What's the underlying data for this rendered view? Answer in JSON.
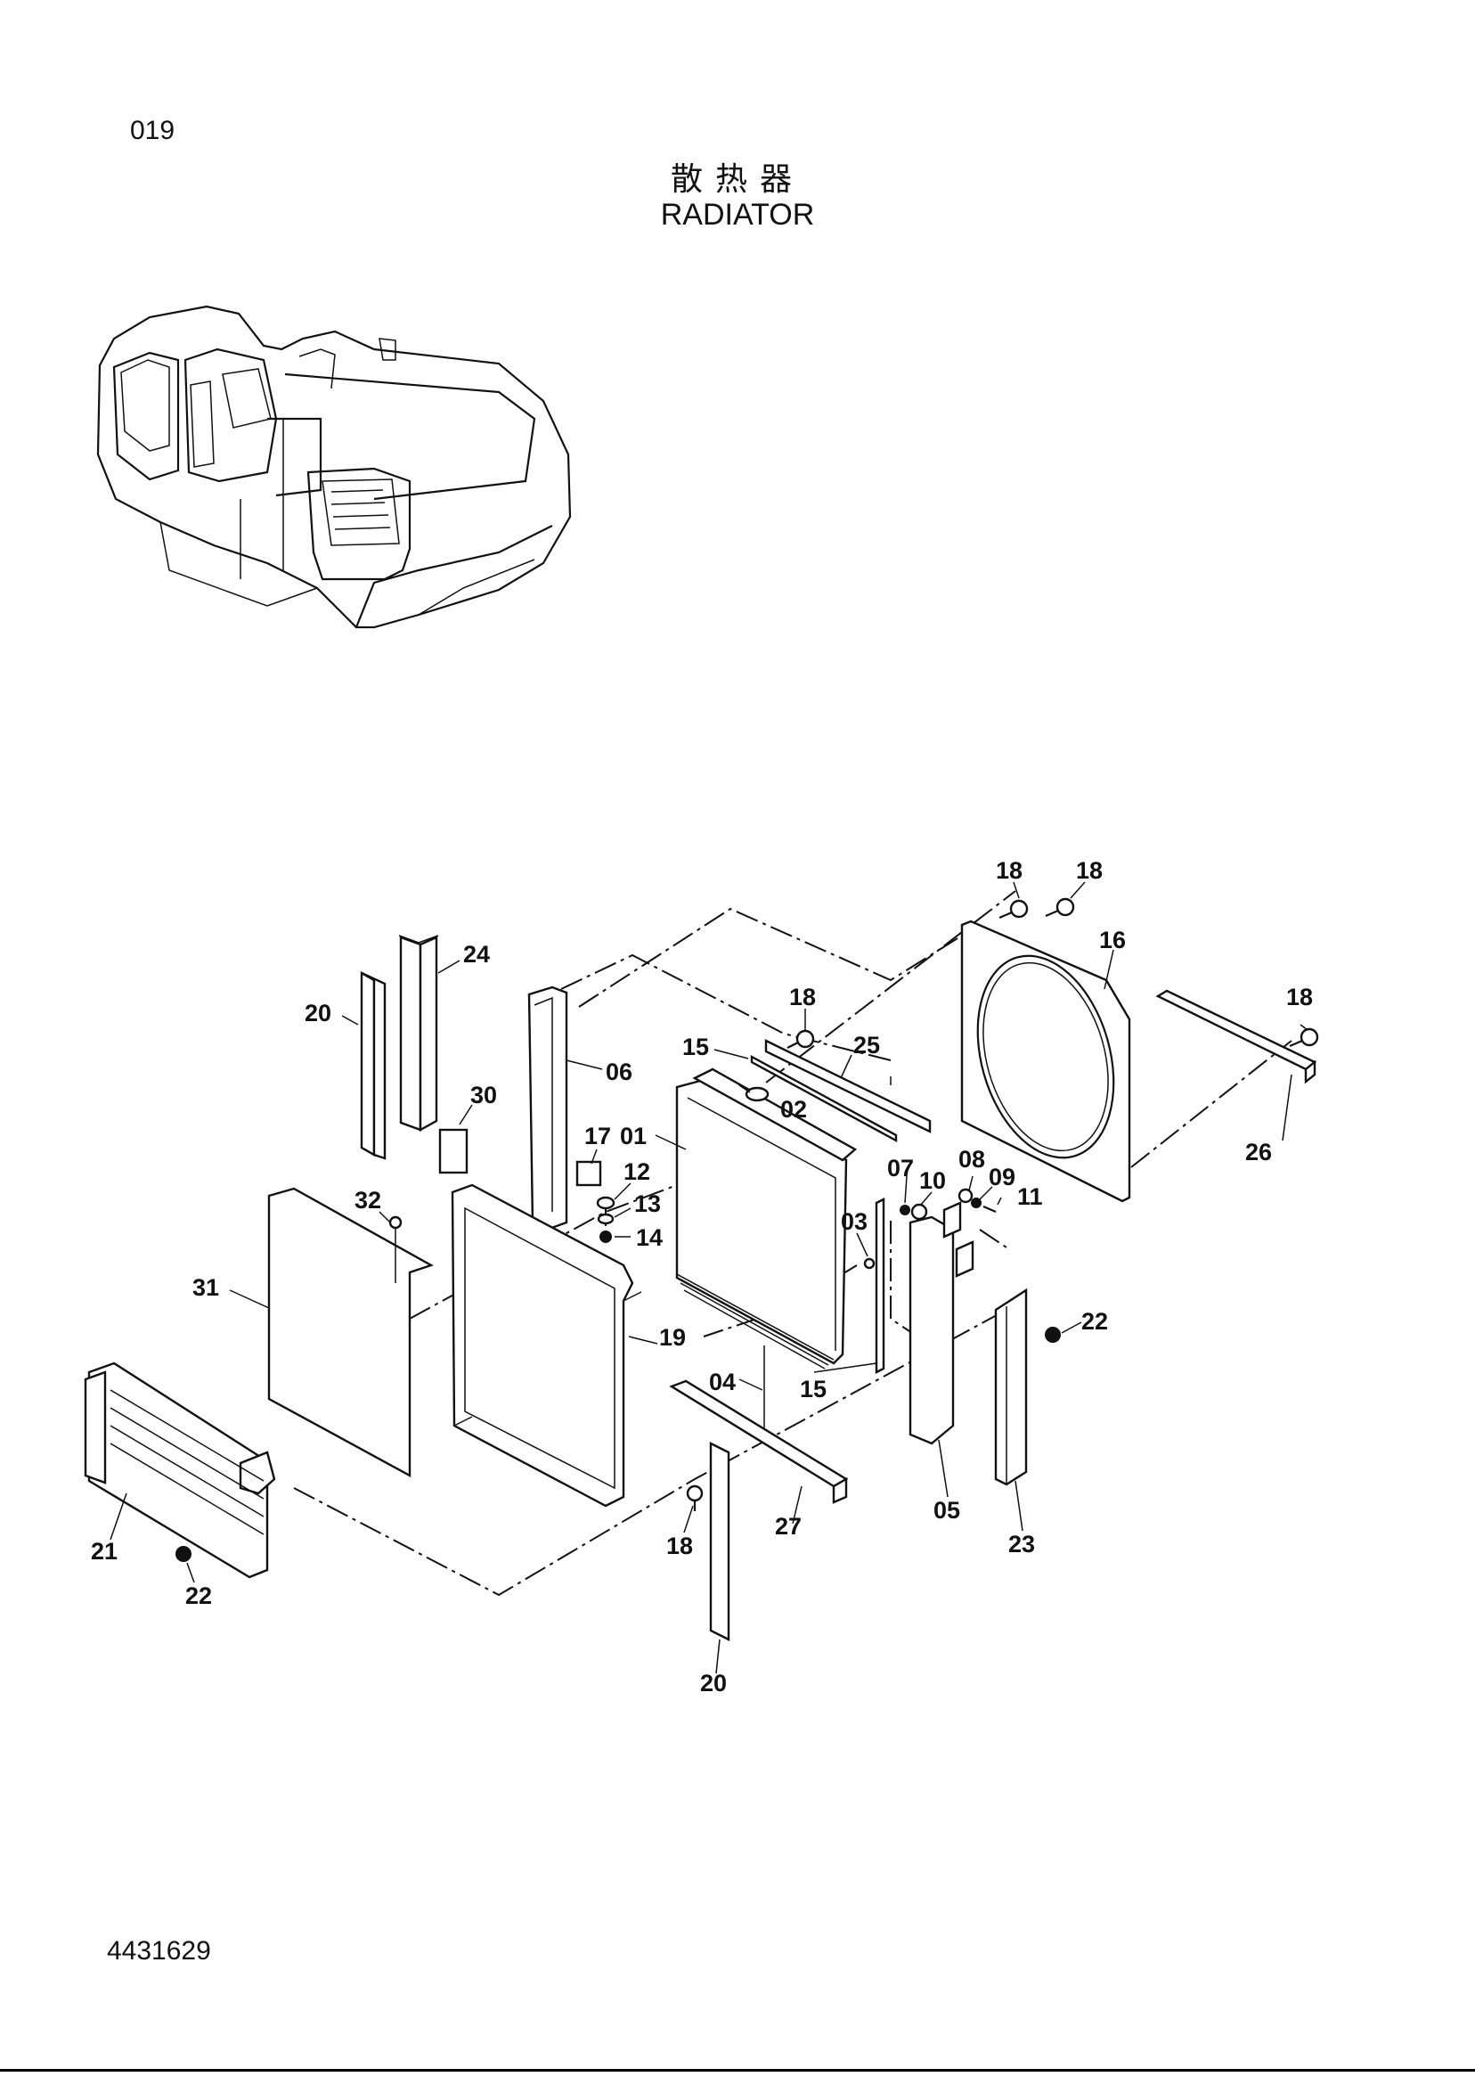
{
  "page_number": "019",
  "title_cn": "散热器",
  "title_en": "RADIATOR",
  "doc_number": "4431629",
  "callouts": {
    "c01": "01",
    "c02": "02",
    "c03": "03",
    "c04": "04",
    "c05": "05",
    "c06": "06",
    "c07": "07",
    "c08": "08",
    "c09": "09",
    "c10": "10",
    "c11": "11",
    "c12": "12",
    "c13": "13",
    "c14": "14",
    "c15a": "15",
    "c15b": "15",
    "c16": "16",
    "c17": "17",
    "c18a": "18",
    "c18b": "18",
    "c18c": "18",
    "c18d": "18",
    "c18e": "18",
    "c19": "19",
    "c20a": "20",
    "c20b": "20",
    "c21": "21",
    "c22a": "22",
    "c22b": "22",
    "c23": "23",
    "c24": "24",
    "c25": "25",
    "c26": "26",
    "c27": "27",
    "c30": "30",
    "c31": "31",
    "c32": "32"
  }
}
